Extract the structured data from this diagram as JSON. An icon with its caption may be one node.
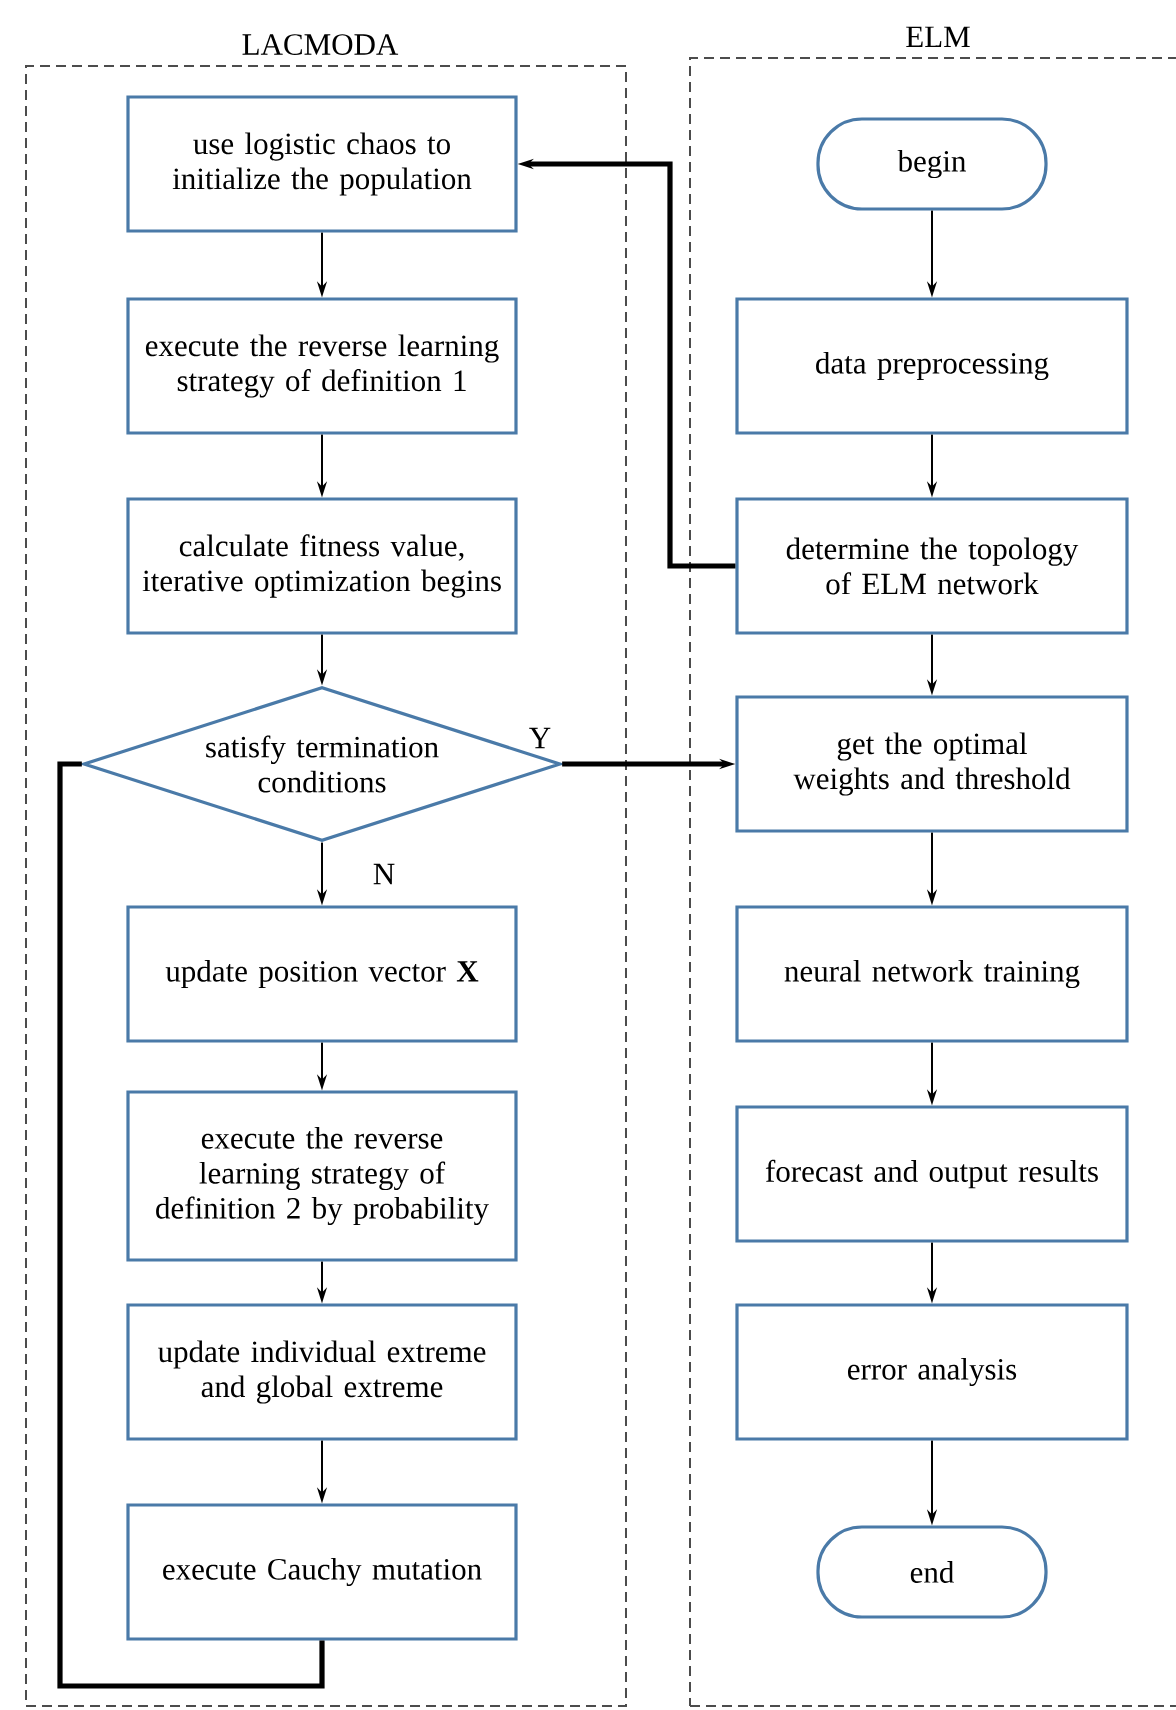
{
  "diagram": {
    "nodes": [
      {
        "text": [
          "LACMODA"
        ]
      },
      {
        "text": [
          "use logistic chaos to initialize the population"
        ],
        "in": 0
      },
      {
        "text": [
          "execute the reverse learning strategy of definition 1"
        ],
        "in": 0
      },
      {
        "text": [
          "calculate fitness value, iterative optimization begins"
        ],
        "in": 0
      },
      {
        "text": [
          "satisfy termination conditions"
        ],
        "in": 0
      },
      {
        "text": [
          "update position vector **X**"
        ],
        "in": 0
      },
      {
        "text": [
          "execute the reverse learning strategy of definition 2 by probability"
        ],
        "in": 0
      },
      {
        "text": [
          "update individual extreme and global extreme"
        ],
        "in": 0
      },
      {
        "text": [
          "execute Cauchy mutation"
        ],
        "in": 0
      },
      {
        "text": [
          "ELM"
        ]
      },
      {
        "text": [
          "begin"
        ],
        "in": 9
      },
      {
        "text": [
          "data preprocessing"
        ],
        "in": 9
      },
      {
        "text": [
          "determine the topology of ELM network"
        ],
        "in": 9
      },
      {
        "text": [
          "get the optimal weights and threshold"
        ],
        "in": 9
      },
      {
        "text": [
          "neural network training"
        ],
        "in": 9
      },
      {
        "text": [
          "forecast and output results"
        ],
        "in": 9
      },
      {
        "text": [
          "error analysis"
        ],
        "in": 9
      },
      {
        "text": [
          "end"
        ],
        "in": 9
      }
    ],
    "edges": [
      {
        "from": 1,
        "to": 2,
        "arrow": "to"
      },
      {
        "from": 2,
        "to": 3,
        "arrow": "to"
      },
      {
        "from": 3,
        "to": 4,
        "arrow": "to"
      },
      {
        "from": 4,
        "to": 13,
        "arrow": "to",
        "label": "Y",
        "style": "thick"
      },
      {
        "from": 4,
        "to": 5,
        "arrow": "to",
        "label": "N"
      },
      {
        "from": 5,
        "to": 6,
        "arrow": "to"
      },
      {
        "from": 6,
        "to": 7,
        "arrow": "to"
      },
      {
        "from": 7,
        "to": 8,
        "arrow": "to"
      },
      {
        "from": 8,
        "to": 4,
        "arrow": "none",
        "style": "thick"
      },
      {
        "from": 10,
        "to": 11,
        "arrow": "to"
      },
      {
        "from": 11,
        "to": 12,
        "arrow": "to"
      },
      {
        "from": 12,
        "to": 13,
        "arrow": "to"
      },
      {
        "from": 12,
        "to": 1,
        "arrow": "to",
        "style": "thick"
      },
      {
        "from": 13,
        "to": 14,
        "arrow": "to"
      },
      {
        "from": 14,
        "to": 15,
        "arrow": "to"
      },
      {
        "from": 15,
        "to": 16,
        "arrow": "to"
      },
      {
        "from": 16,
        "to": 17,
        "arrow": "to"
      }
    ]
  }
}
